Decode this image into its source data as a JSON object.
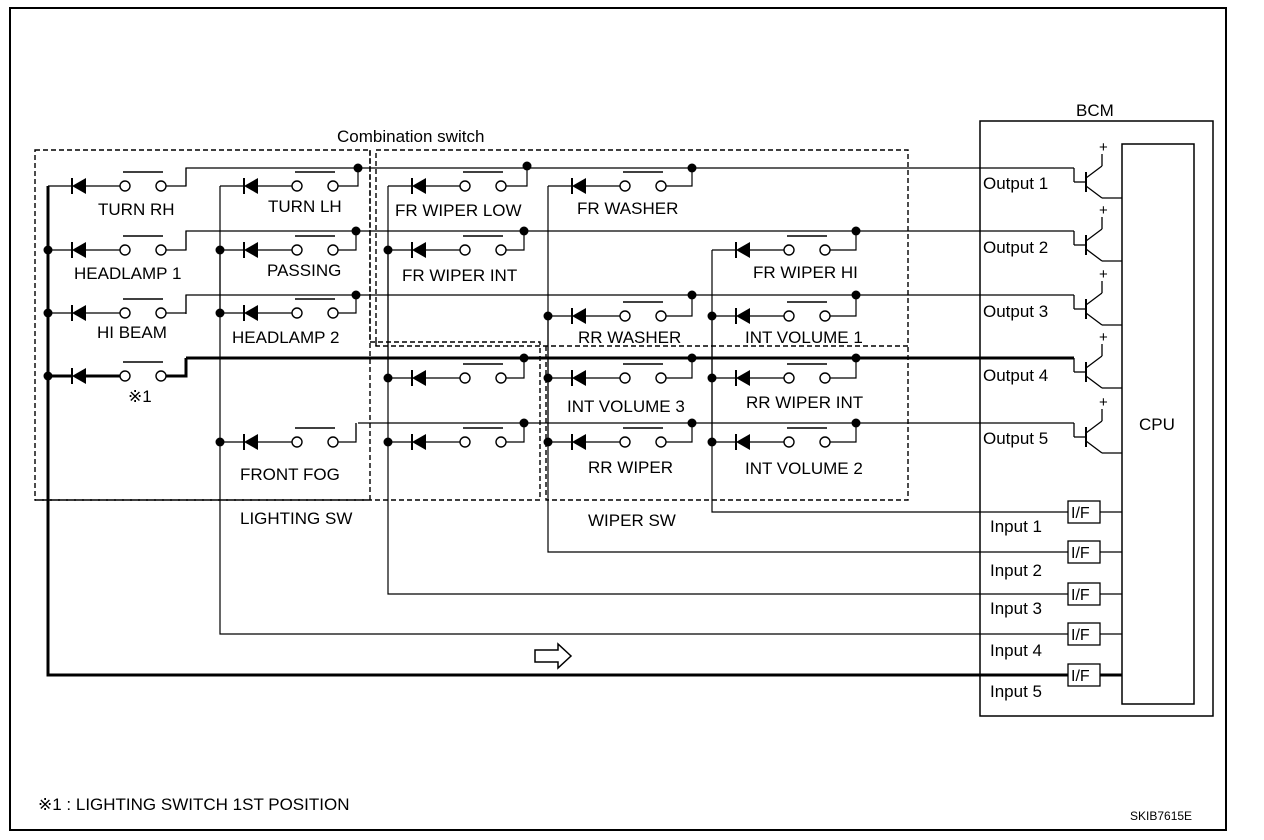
{
  "labels": {
    "combination_switch": "Combination switch",
    "bcm": "BCM",
    "cpu": "CPU",
    "lighting_sw": "LIGHTING SW",
    "wiper_sw": "WIPER SW",
    "footnote": "※1 : LIGHTING SWITCH 1ST POSITION",
    "figure_code": "SKIB7615E",
    "position_mark": "※1",
    "interface": "I/F",
    "plus": "+"
  },
  "outputs": [
    "Output 1",
    "Output 2",
    "Output 3",
    "Output 4",
    "Output 5"
  ],
  "inputs": [
    "Input 1",
    "Input 2",
    "Input 3",
    "Input 4",
    "Input 5"
  ],
  "switches": {
    "turn_rh": "TURN RH",
    "turn_lh": "TURN LH",
    "headlamp_1": "HEADLAMP 1",
    "passing": "PASSING",
    "hi_beam": "HI BEAM",
    "headlamp_2": "HEADLAMP 2",
    "front_fog": "FRONT FOG",
    "fr_wiper_low": "FR WIPER LOW",
    "fr_washer": "FR WASHER",
    "fr_wiper_int": "FR WIPER INT",
    "fr_wiper_hi": "FR WIPER HI",
    "rr_washer": "RR WASHER",
    "int_volume_1": "INT VOLUME 1",
    "int_volume_3": "INT VOLUME 3",
    "rr_wiper_int": "RR WIPER INT",
    "rr_wiper": "RR WIPER",
    "int_volume_2": "INT VOLUME 2"
  }
}
